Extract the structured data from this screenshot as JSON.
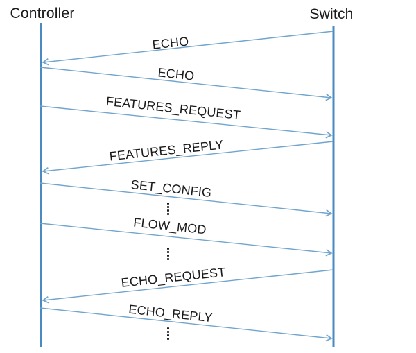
{
  "diagram": {
    "type": "sequence-diagram",
    "actors": [
      {
        "name": "Controller"
      },
      {
        "name": "Switch"
      }
    ],
    "messages": [
      {
        "label": "ECHO",
        "from": "Switch",
        "to": "Controller"
      },
      {
        "label": "ECHO",
        "from": "Controller",
        "to": "Switch"
      },
      {
        "label": "FEATURES_REQUEST",
        "from": "Controller",
        "to": "Switch"
      },
      {
        "label": "FEATURES_REPLY",
        "from": "Switch",
        "to": "Controller"
      },
      {
        "label": "SET_CONFIG",
        "from": "Controller",
        "to": "Switch"
      },
      {
        "label": "FLOW_MOD",
        "from": "Controller",
        "to": "Switch"
      },
      {
        "label": "ECHO_REQUEST",
        "from": "Switch",
        "to": "Controller"
      },
      {
        "label": "ECHO_REPLY",
        "from": "Controller",
        "to": "Switch"
      }
    ],
    "ellipsis_marks": [
      {
        "icon": "vertical-ellipsis"
      },
      {
        "icon": "vertical-ellipsis"
      },
      {
        "icon": "vertical-ellipsis"
      }
    ],
    "colors": {
      "lifeline": "#4a8ac2",
      "arrow": "#71a5cd",
      "text": "#1a1a1a",
      "background": "#ffffff"
    }
  }
}
